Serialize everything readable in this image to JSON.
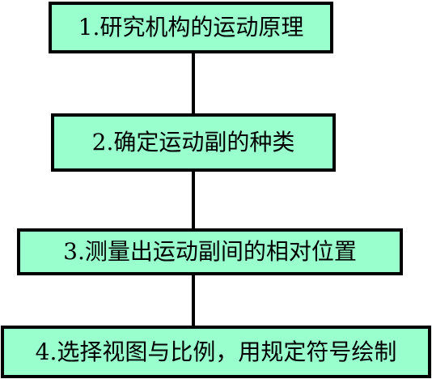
{
  "diagram": {
    "box_color": "#99ffcc",
    "line_color": "#000000",
    "steps": [
      {
        "label": "1.研究机构的运动原理"
      },
      {
        "label": "2.确定运动副的种类"
      },
      {
        "label": "3.测量出运动副间的相对位置"
      },
      {
        "label": "4.选择视图与比例，用规定符号绘制"
      }
    ]
  }
}
